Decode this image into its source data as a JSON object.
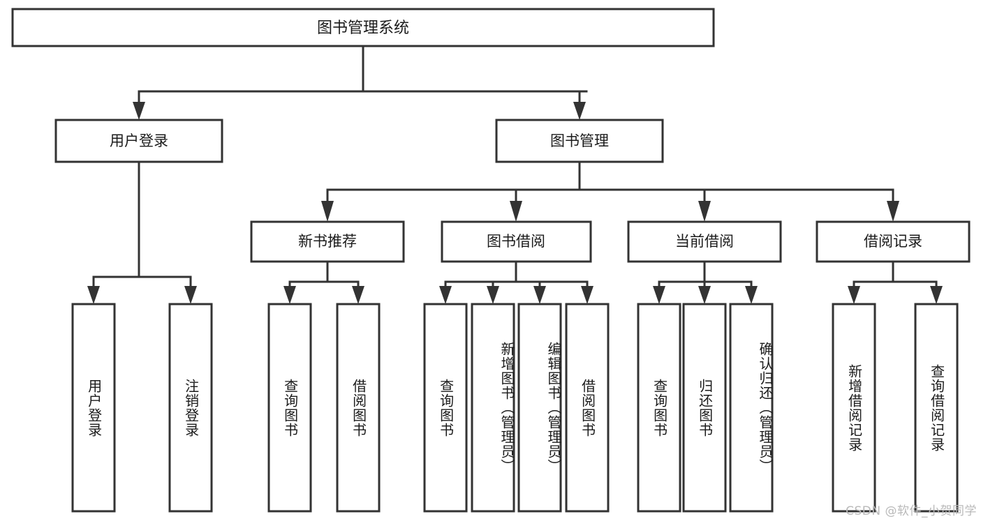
{
  "diagram": {
    "type": "tree-hierarchy-chart",
    "title": "图书管理系统",
    "watermark": "CSDN @软件_小贺同学",
    "colors": {
      "background": "#ffffff",
      "stroke": "#333333",
      "fill": "#ffffff",
      "text": "#1b1b1b",
      "watermark": "#b9b9b9"
    },
    "levels": {
      "root": {
        "label": "图书管理系统",
        "orientation": "horizontal"
      },
      "level2": [
        {
          "label": "用户登录",
          "orientation": "horizontal"
        },
        {
          "label": "图书管理",
          "orientation": "horizontal"
        }
      ],
      "level3": [
        {
          "label": "新书推荐",
          "orientation": "horizontal"
        },
        {
          "label": "图书借阅",
          "orientation": "horizontal"
        },
        {
          "label": "当前借阅",
          "orientation": "horizontal"
        },
        {
          "label": "借阅记录",
          "orientation": "horizontal"
        }
      ],
      "leaves": [
        {
          "label": "用户登录",
          "orientation": "vertical",
          "parent": "用户登录"
        },
        {
          "label": "注销登录",
          "orientation": "vertical",
          "parent": "用户登录"
        },
        {
          "label": "查询图书",
          "orientation": "vertical",
          "parent": "新书推荐"
        },
        {
          "label": "借阅图书",
          "orientation": "vertical",
          "parent": "新书推荐"
        },
        {
          "label": "查询图书",
          "orientation": "vertical",
          "parent": "图书借阅"
        },
        {
          "label": "新增图书（管理员）",
          "orientation": "vertical",
          "parent": "图书借阅"
        },
        {
          "label": "编辑图书（管理员）",
          "orientation": "vertical",
          "parent": "图书借阅"
        },
        {
          "label": "借阅图书",
          "orientation": "vertical",
          "parent": "图书借阅"
        },
        {
          "label": "查询图书",
          "orientation": "vertical",
          "parent": "当前借阅"
        },
        {
          "label": "归还图书",
          "orientation": "vertical",
          "parent": "当前借阅"
        },
        {
          "label": "确认归还（管理员）",
          "orientation": "vertical",
          "parent": "当前借阅"
        },
        {
          "label": "新增借阅记录",
          "orientation": "vertical",
          "parent": "借阅记录"
        },
        {
          "label": "查询借阅记录",
          "orientation": "vertical",
          "parent": "借阅记录"
        }
      ]
    }
  }
}
